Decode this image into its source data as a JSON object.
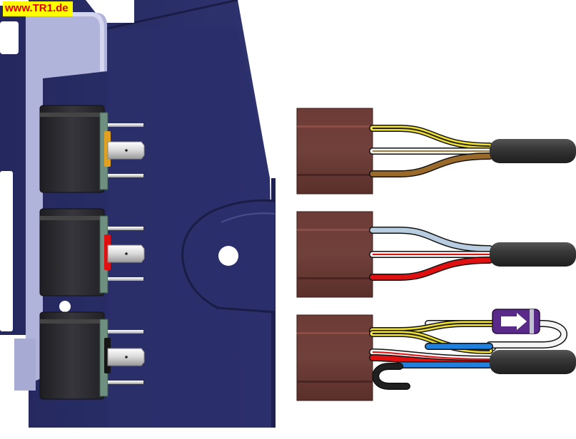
{
  "watermark": {
    "text": "www.TR1.de"
  },
  "colors": {
    "panel": "#2b2f6b",
    "panel_dark": "#1c1f4a",
    "rail": "#b0b3d8",
    "relay_body": "#26262b",
    "connector": "#6b3a34",
    "cable": "#333333",
    "wire_yellow": "#f0e030",
    "wire_brown": "#9a6a2a",
    "wire_white": "#f4f4f4",
    "wire_lightblue": "#b8cde0",
    "wire_red": "#e01010",
    "wire_blue": "#2080e0",
    "wire_black": "#202020",
    "diode": "#5a2a8a"
  },
  "relays": [
    {
      "marker": "#e0a020",
      "marker_name": "yellow-marker"
    },
    {
      "marker": "#e01010",
      "marker_name": "red-marker"
    },
    {
      "marker": "#151515",
      "marker_name": "black-marker"
    }
  ],
  "harnesses": [
    {
      "name": "harness-yellow-white-brown",
      "wires": [
        "yellow",
        "white",
        "brown"
      ],
      "diode": false
    },
    {
      "name": "harness-lightblue-white-red",
      "wires": [
        "lightblue",
        "white",
        "red"
      ],
      "diode": false
    },
    {
      "name": "harness-yellow-red-blue-black",
      "wires": [
        "yellow",
        "red",
        "blue",
        "black"
      ],
      "diode": true
    }
  ]
}
